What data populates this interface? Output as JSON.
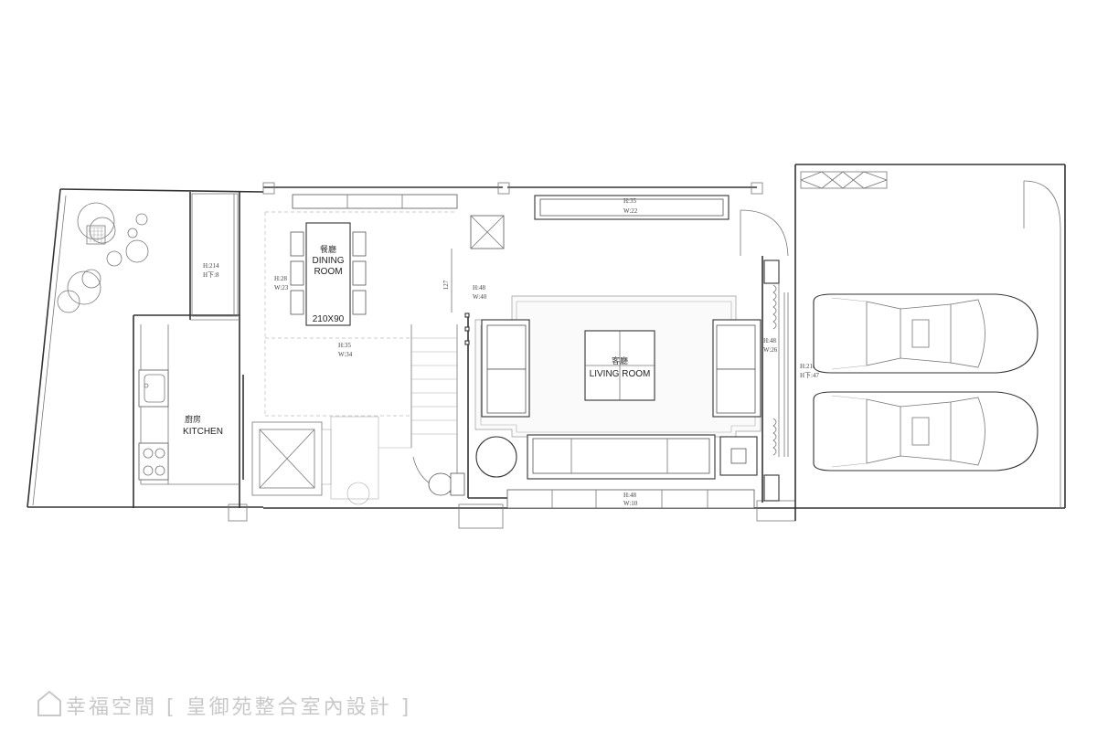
{
  "rooms": {
    "dining": {
      "zh": "餐廳",
      "en_line1": "DINING",
      "en_line2": "ROOM"
    },
    "table_size": "210X90",
    "kitchen": {
      "zh": "廚房",
      "en": "KITCHEN"
    },
    "living": {
      "zh": "客廳",
      "en": "LIVING ROOM"
    }
  },
  "dimensions": {
    "cab_left_h": "H:214",
    "cab_left_hx": "H下:8",
    "dining_h": "H:28",
    "dining_w": "W:23",
    "mid_h": "H:35",
    "mid_w": "W:34",
    "gap": "127",
    "post_h": "H:48",
    "post_w": "W:40",
    "tv_h": "H:35",
    "tv_w": "W:22",
    "side_h": "H:48",
    "side_w": "W:26",
    "bottom_h": "H:48",
    "bottom_w": "W:10",
    "garage_h": "H:210",
    "garage_hx": "H下:47"
  },
  "watermark": {
    "brand": "幸福空間",
    "company": "[ 皇御苑整合室內設計 ]"
  }
}
